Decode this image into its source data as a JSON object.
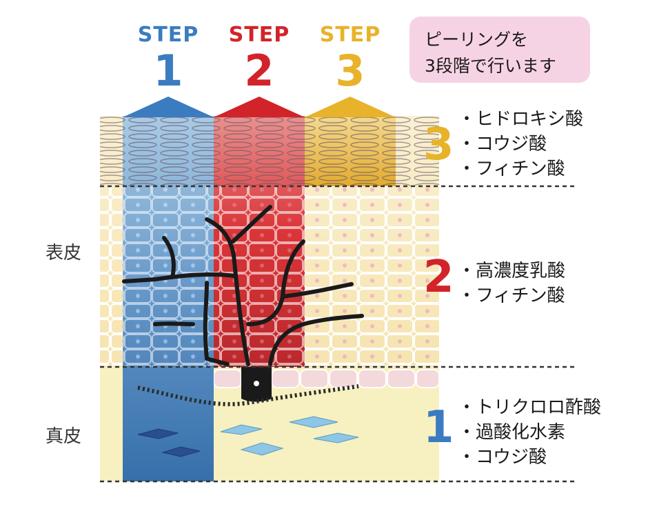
{
  "steps": [
    {
      "label": "STEP",
      "number": "1",
      "color": "#3b7cc0"
    },
    {
      "label": "STEP",
      "number": "2",
      "color": "#d2232a"
    },
    {
      "label": "STEP",
      "number": "3",
      "color": "#e8b32a"
    }
  ],
  "callout": {
    "line1": "ピーリングを",
    "line2": "3段階で行います",
    "bg": "#f6d3e4"
  },
  "layers": {
    "epidermis": "表皮",
    "dermis": "真皮"
  },
  "groups": [
    {
      "number": "3",
      "color": "#e8b32a",
      "acids": [
        "・ヒドロキシ酸",
        "・コウジ酸",
        "・フィチン酸"
      ]
    },
    {
      "number": "2",
      "color": "#d2232a",
      "acids": [
        "・高濃度乳酸",
        "・フィチン酸"
      ]
    },
    {
      "number": "1",
      "color": "#3b7cc0",
      "acids": [
        "・トリクロロ酢酸",
        "・過酸化水素",
        "・コウジ酸"
      ]
    }
  ],
  "colors": {
    "skin": "#f8e8b8",
    "dermis": "#f7f0c0",
    "cell_outline": "#ffffff"
  }
}
